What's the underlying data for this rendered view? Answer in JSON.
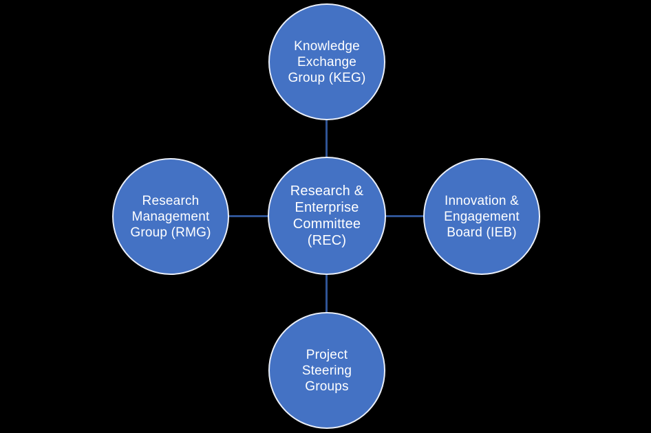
{
  "diagram": {
    "type": "radial-hub-spoke",
    "colors": {
      "background": "#000000",
      "node_fill": "#4472C4",
      "node_border": "#EAEFF9",
      "connector": "#2F5496",
      "text": "#FFFFFF"
    },
    "nodes": {
      "center": {
        "id": "REC",
        "label": "Research &\nEnterprise\nCommittee\n(REC)"
      },
      "top": {
        "id": "KEG",
        "label": "Knowledge\nExchange\nGroup (KEG)"
      },
      "left": {
        "id": "RMG",
        "label": "Research\nManagement\nGroup (RMG)"
      },
      "right": {
        "id": "IEB",
        "label": "Innovation &\nEngagement\nBoard (IEB)"
      },
      "bottom": {
        "id": "PSG",
        "label": "Project\nSteering\nGroups"
      }
    },
    "edges": [
      {
        "from": "REC",
        "to": "KEG"
      },
      {
        "from": "REC",
        "to": "RMG"
      },
      {
        "from": "REC",
        "to": "IEB"
      },
      {
        "from": "REC",
        "to": "PSG"
      }
    ]
  }
}
